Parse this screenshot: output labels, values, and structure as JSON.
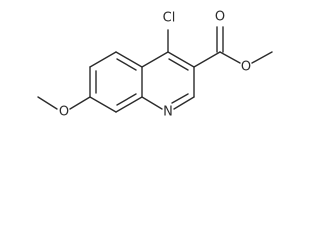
{
  "molecule": {
    "atom_labels": {
      "chlorine": "Cl",
      "ring_nitrogen": "N",
      "methoxy_oxygen": "O",
      "carbonyl_oxygen": "O",
      "ester_oxygen": "O"
    }
  }
}
